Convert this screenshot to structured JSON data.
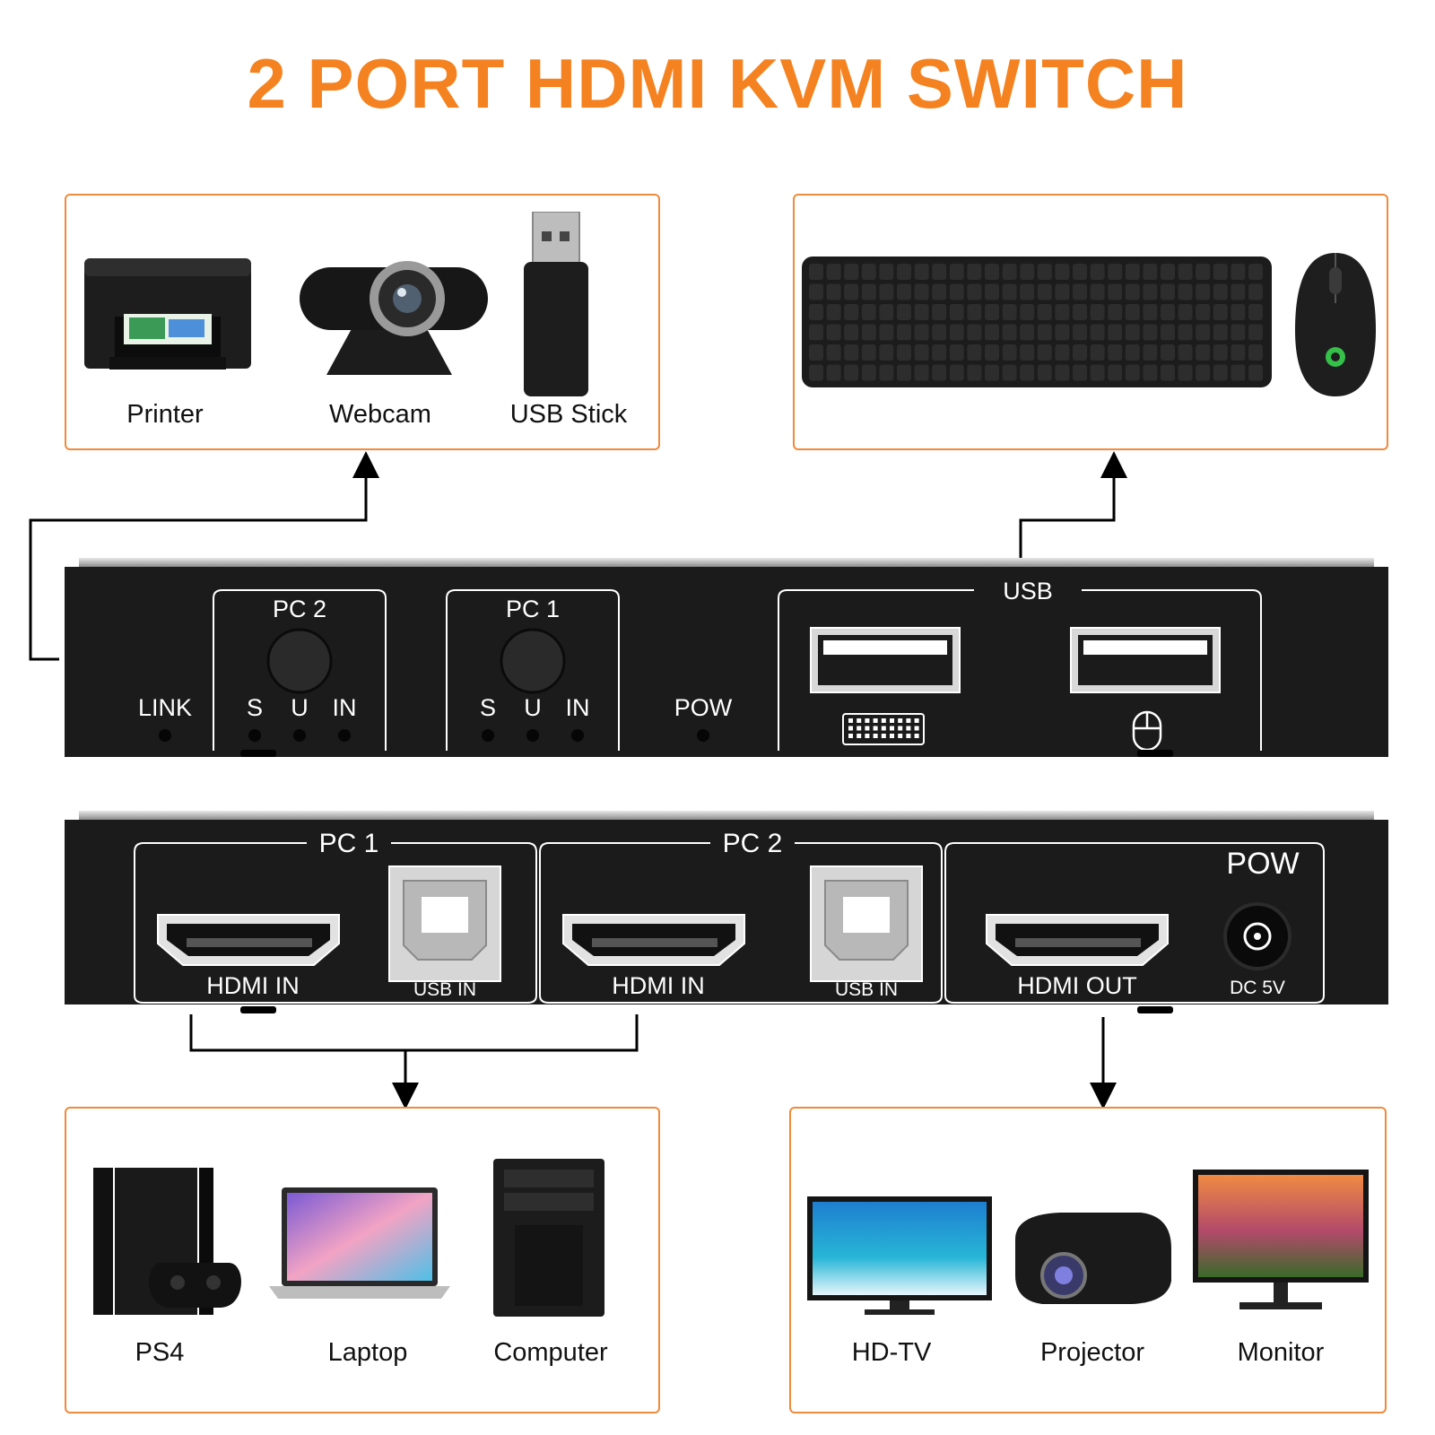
{
  "title": "2 PORT HDMI KVM SWITCH",
  "colors": {
    "accent": "#f58220",
    "frame": "#f08a3c",
    "device": "#1b1b1b",
    "line": "#000000"
  },
  "top_left_box": {
    "items": [
      {
        "label": "Printer",
        "icon": "printer-icon"
      },
      {
        "label": "Webcam",
        "icon": "webcam-icon"
      },
      {
        "label": "USB Stick",
        "icon": "usb-stick-icon"
      }
    ]
  },
  "top_right_box": {
    "items": [
      {
        "label": "",
        "icon": "keyboard-icon"
      },
      {
        "label": "",
        "icon": "mouse-icon"
      }
    ]
  },
  "front_panel": {
    "link": "LINK",
    "pc2": {
      "title": "PC 2",
      "s": "S",
      "u": "U",
      "in": "IN"
    },
    "pc1": {
      "title": "PC 1",
      "s": "S",
      "u": "U",
      "in": "IN"
    },
    "pow": "POW",
    "usb": "USB"
  },
  "rear_panel": {
    "pc1": {
      "title": "PC 1",
      "hdmi": "HDMI IN",
      "usb": "USB IN"
    },
    "pc2": {
      "title": "PC 2",
      "hdmi": "HDMI IN",
      "usb": "USB IN"
    },
    "out": {
      "title": "POW",
      "hdmi": "HDMI OUT",
      "dc": "DC 5V"
    }
  },
  "bottom_left_box": {
    "items": [
      {
        "label": "PS4",
        "icon": "ps4-icon"
      },
      {
        "label": "Laptop",
        "icon": "laptop-icon"
      },
      {
        "label": "Computer",
        "icon": "computer-tower-icon"
      }
    ]
  },
  "bottom_right_box": {
    "items": [
      {
        "label": "HD-TV",
        "icon": "tv-icon"
      },
      {
        "label": "Projector",
        "icon": "projector-icon"
      },
      {
        "label": "Monitor",
        "icon": "monitor-icon"
      }
    ]
  }
}
